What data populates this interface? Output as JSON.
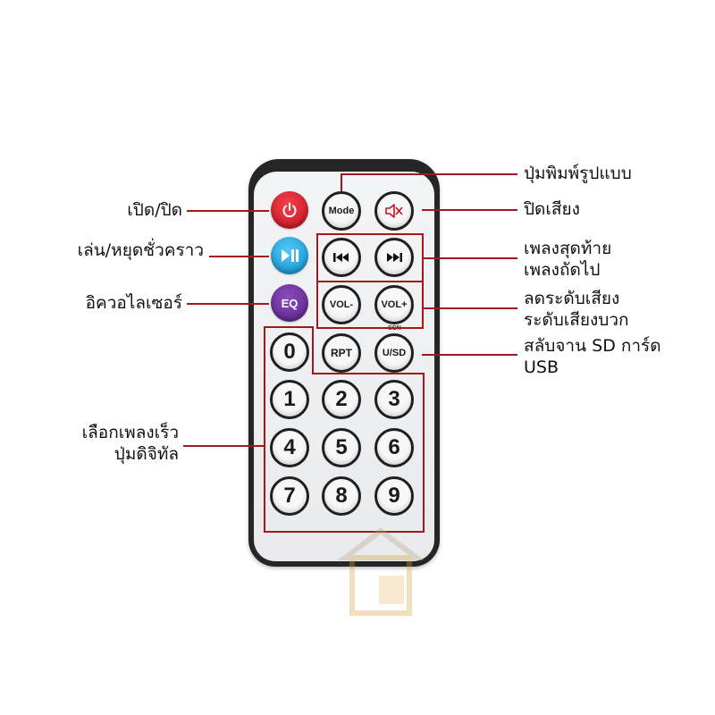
{
  "callouts": {
    "power": "เปิด/ปิด",
    "play_pause": "เล่น/หยุดชั่วคราว",
    "equalizer": "อิควอไลเซอร์",
    "number_line1": "เลือกเพลงเร็ว",
    "number_line2": "ปุ่มดิจิทัล",
    "mode": "ปุ่มพิมพ์รูปแบบ",
    "mute": "ปิดเสียง",
    "track_line1": "เพลงสุดท้าย",
    "track_line2": "เพลงถัดไป",
    "volume_line1": "ลดระดับเสียง",
    "volume_line2": "ระดับเสียงบวก",
    "source_line1": "สลับจาน SD การ์ด",
    "source_line2": "USB"
  },
  "buttons": {
    "mode": "Mode",
    "vol_minus": "VOL-",
    "vol_plus": "VOL+",
    "rpt": "RPT",
    "usd": "U/SD",
    "eq": "EQ",
    "scn_tag": "SCN",
    "digits": [
      "0",
      "1",
      "2",
      "3",
      "4",
      "5",
      "6",
      "7",
      "8",
      "9"
    ]
  },
  "icons": {
    "power": "power-icon",
    "play_pause": "play-pause-icon",
    "mute": "mute-icon",
    "prev": "previous-track-icon",
    "next": "next-track-icon"
  },
  "colors": {
    "accent_line": "#a3171f",
    "power_button": "#d8202e",
    "play_button": "#1aa6e6",
    "eq_button": "#6a2d98",
    "remote_body": "#262626"
  }
}
